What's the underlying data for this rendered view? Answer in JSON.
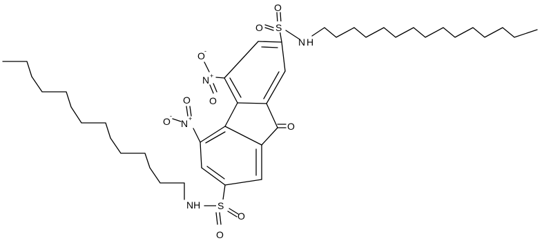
{
  "molecule": {
    "atoms": {
      "S_top": "S",
      "O_top_a": "O",
      "O_top_b": "O",
      "NH_top": "N",
      "H_top": "H",
      "N_nitro_top": "N",
      "O_nitro_top_a": "O",
      "O_nitro_top_b": "O",
      "N_nitro_bot": "N",
      "O_nitro_bot_a": "O",
      "O_nitro_bot_b": "O",
      "O_ketone": "O",
      "NH_bot": "NH",
      "S_bot": "S",
      "O_bot_a": "O",
      "O_bot_b": "O"
    },
    "charges": {
      "plus": "+",
      "minus": "-"
    }
  }
}
